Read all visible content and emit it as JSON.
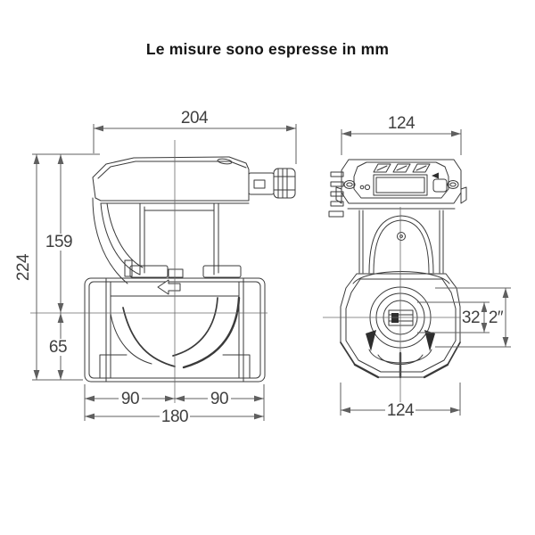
{
  "title": "Le misure sono espresse in mm",
  "colors": {
    "background": "#ffffff",
    "drawing_line": "#3a3a3a",
    "dimension_line": "#5f5f5f",
    "dimension_text": "#3f3f3f"
  },
  "dimensions": {
    "side_view": {
      "top_width": "204",
      "overall_height": "224",
      "upper_height": "159",
      "lower_height": "65",
      "port_to_left_end": "90",
      "port_to_right_end": "90",
      "total_length": "180"
    },
    "front_view": {
      "top_width": "124",
      "bottom_width": "124",
      "port_diameter": "32",
      "connection_size": "2″"
    }
  }
}
